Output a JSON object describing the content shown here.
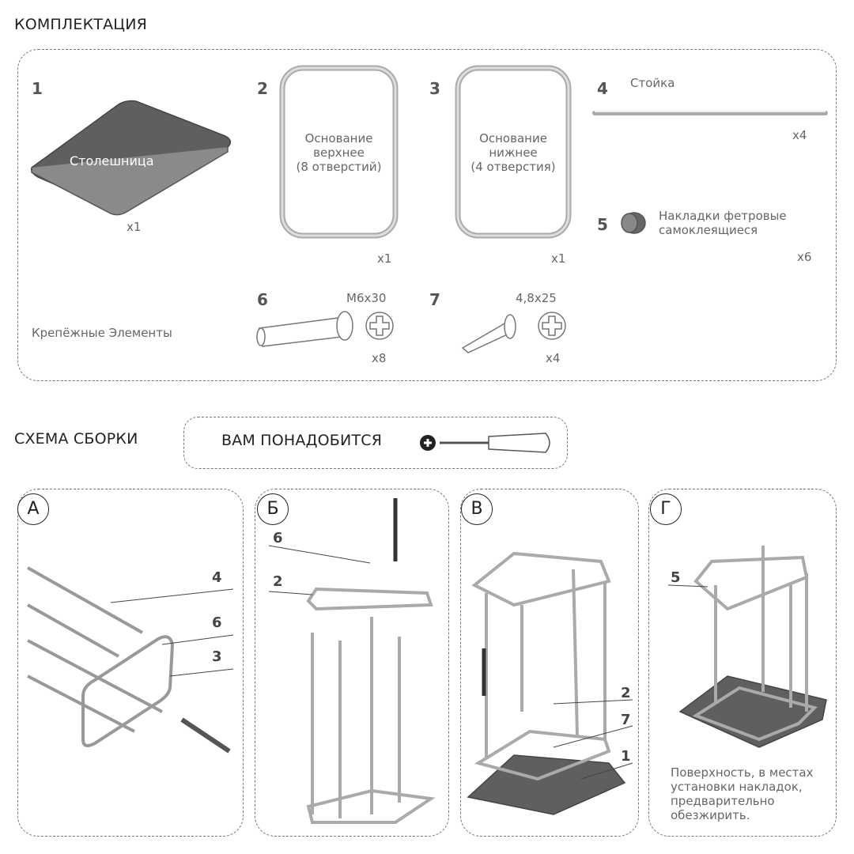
{
  "kit": {
    "title": "КОМПЛЕКТАЦИЯ",
    "items": [
      {
        "num": "1",
        "label": "Столешница",
        "qty": "x1"
      },
      {
        "num": "2",
        "label": "Основание верхнее (8 отверстий)",
        "qty": "x1"
      },
      {
        "num": "3",
        "label": "Основание нижнее (4 отверстия)",
        "qty": "x1"
      },
      {
        "num": "4",
        "label": "Стойка",
        "qty": "x4"
      },
      {
        "num": "5",
        "label": "Накладки фетровые самоклеящиеся",
        "qty": "x6"
      },
      {
        "num": "6",
        "label": "M6x30",
        "qty": "x8"
      },
      {
        "num": "7",
        "label": "4,8x25",
        "qty": "x4"
      }
    ],
    "label2": [
      "Основание",
      "верхнее",
      "(8 отверстий)"
    ],
    "label3": [
      "Основание",
      "нижнее",
      "(4 отверстия)"
    ],
    "label5": [
      "Накладки фетровые",
      "самоклеящиеся"
    ],
    "fasteners": "Крепёжные Элементы"
  },
  "assembly": {
    "title": "СХЕМА СБОРКИ",
    "tools": "ВАМ ПОНАДОБИТСЯ",
    "steps": [
      {
        "letter": "А",
        "parts": [
          "4",
          "6",
          "3"
        ]
      },
      {
        "letter": "Б",
        "parts": [
          "6",
          "2"
        ]
      },
      {
        "letter": "В",
        "parts": [
          "2",
          "7",
          "1"
        ]
      },
      {
        "letter": "Г",
        "parts": [
          "5"
        ],
        "note": [
          "Поверхность, в местах",
          "установки накладок,",
          "предварительно",
          "обезжирить."
        ]
      }
    ]
  },
  "colors": {
    "dark": "#5f5f5f",
    "frame": "#c9c9c9",
    "accent": "#7fd13b"
  }
}
